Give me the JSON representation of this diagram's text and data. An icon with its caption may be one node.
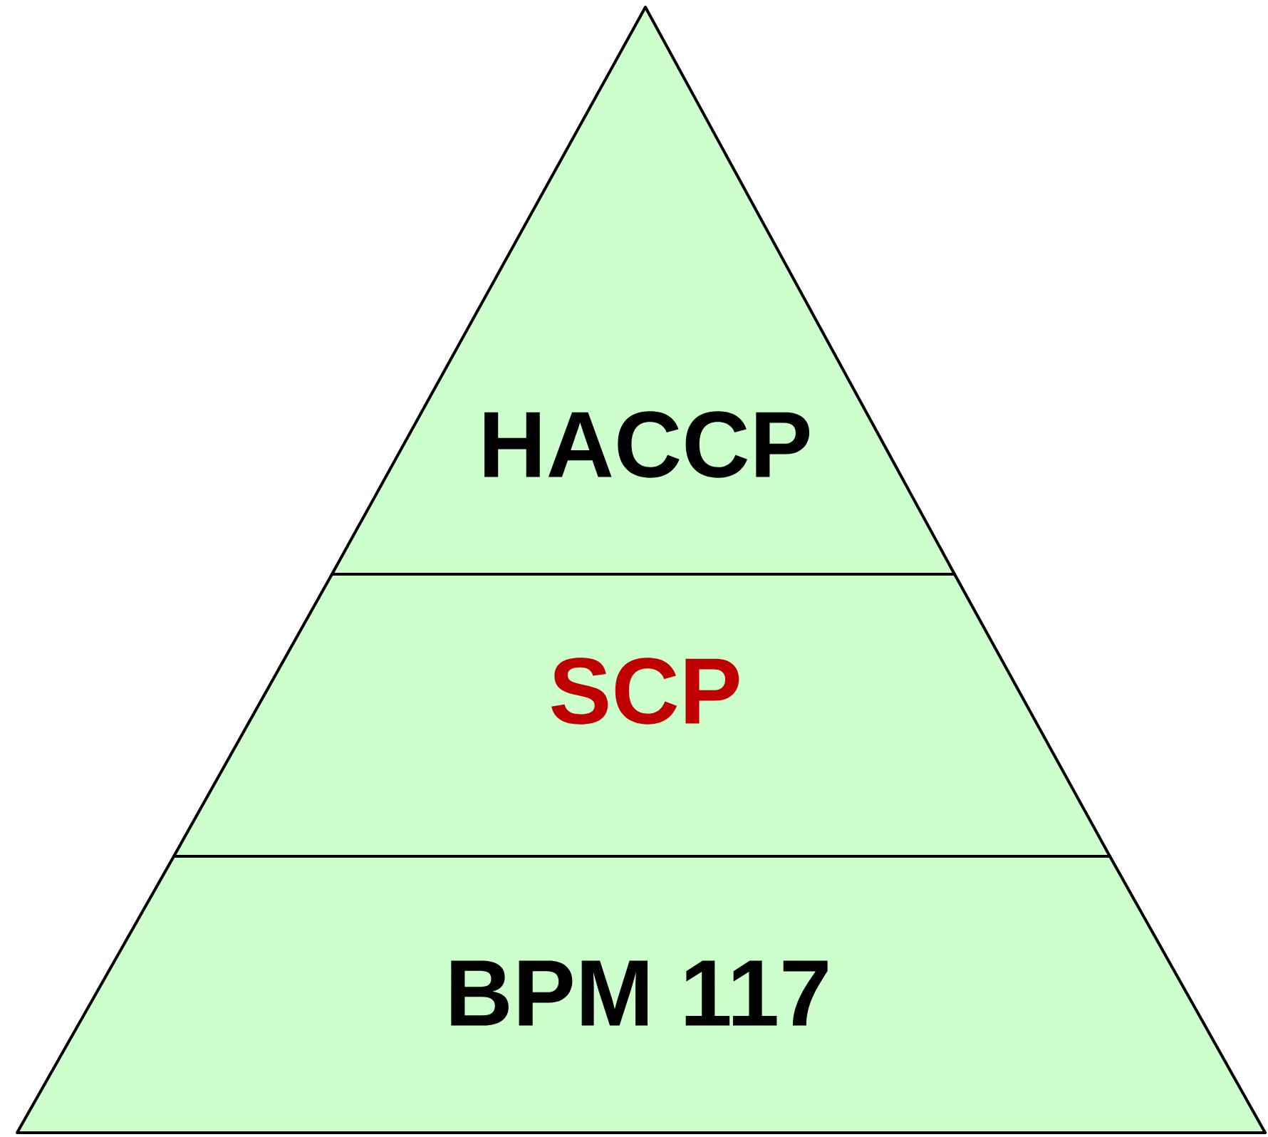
{
  "diagram": {
    "nodes": [
      {
        "text": [
          "HACCP"
        ]
      },
      {
        "text": [
          "SCP"
        ]
      },
      {
        "text": [
          "BPM 117"
        ]
      }
    ]
  }
}
